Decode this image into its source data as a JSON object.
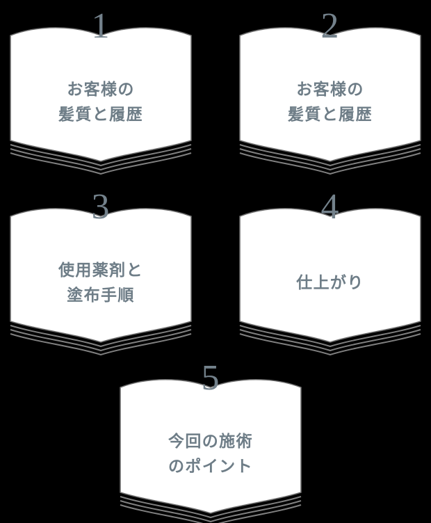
{
  "theme": {
    "background": "#000000",
    "page_fill": "#ffffff",
    "outline": "#6d6d6d",
    "page_edge": "#808080",
    "number_color": "#73818b",
    "text_color": "#6e7d87"
  },
  "diagram": {
    "type": "open-book step cards",
    "layout": "2 + 2 + 1 grid",
    "card_count": 5,
    "cards": [
      {
        "number": "1",
        "lines": [
          "お客様の",
          "髪質と履歴"
        ],
        "icon": "open-book-icon"
      },
      {
        "number": "2",
        "lines": [
          "お客様の",
          "髪質と履歴"
        ],
        "icon": "open-book-icon"
      },
      {
        "number": "3",
        "lines": [
          "使用薬剤と",
          "塗布手順"
        ],
        "icon": "open-book-icon"
      },
      {
        "number": "4",
        "lines": [
          "仕上がり",
          ""
        ],
        "icon": "open-book-icon"
      },
      {
        "number": "5",
        "lines": [
          "今回の施術",
          "のポイント"
        ],
        "icon": "open-book-icon"
      }
    ]
  }
}
